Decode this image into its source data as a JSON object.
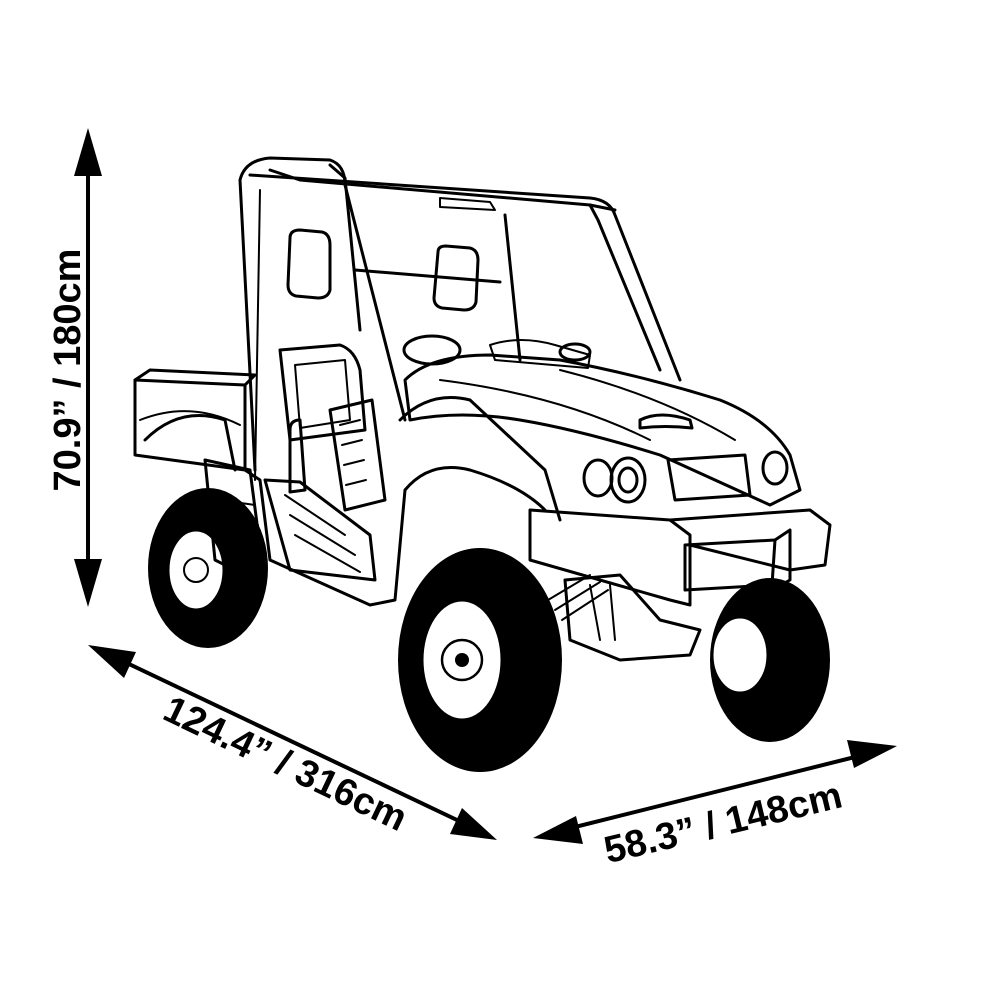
{
  "dimensions": {
    "height": "70.9” / 180cm",
    "length": "124.4” / 316cm",
    "width": "58.3” / 148cm"
  },
  "colors": {
    "line": "#000000",
    "background": "#ffffff"
  }
}
